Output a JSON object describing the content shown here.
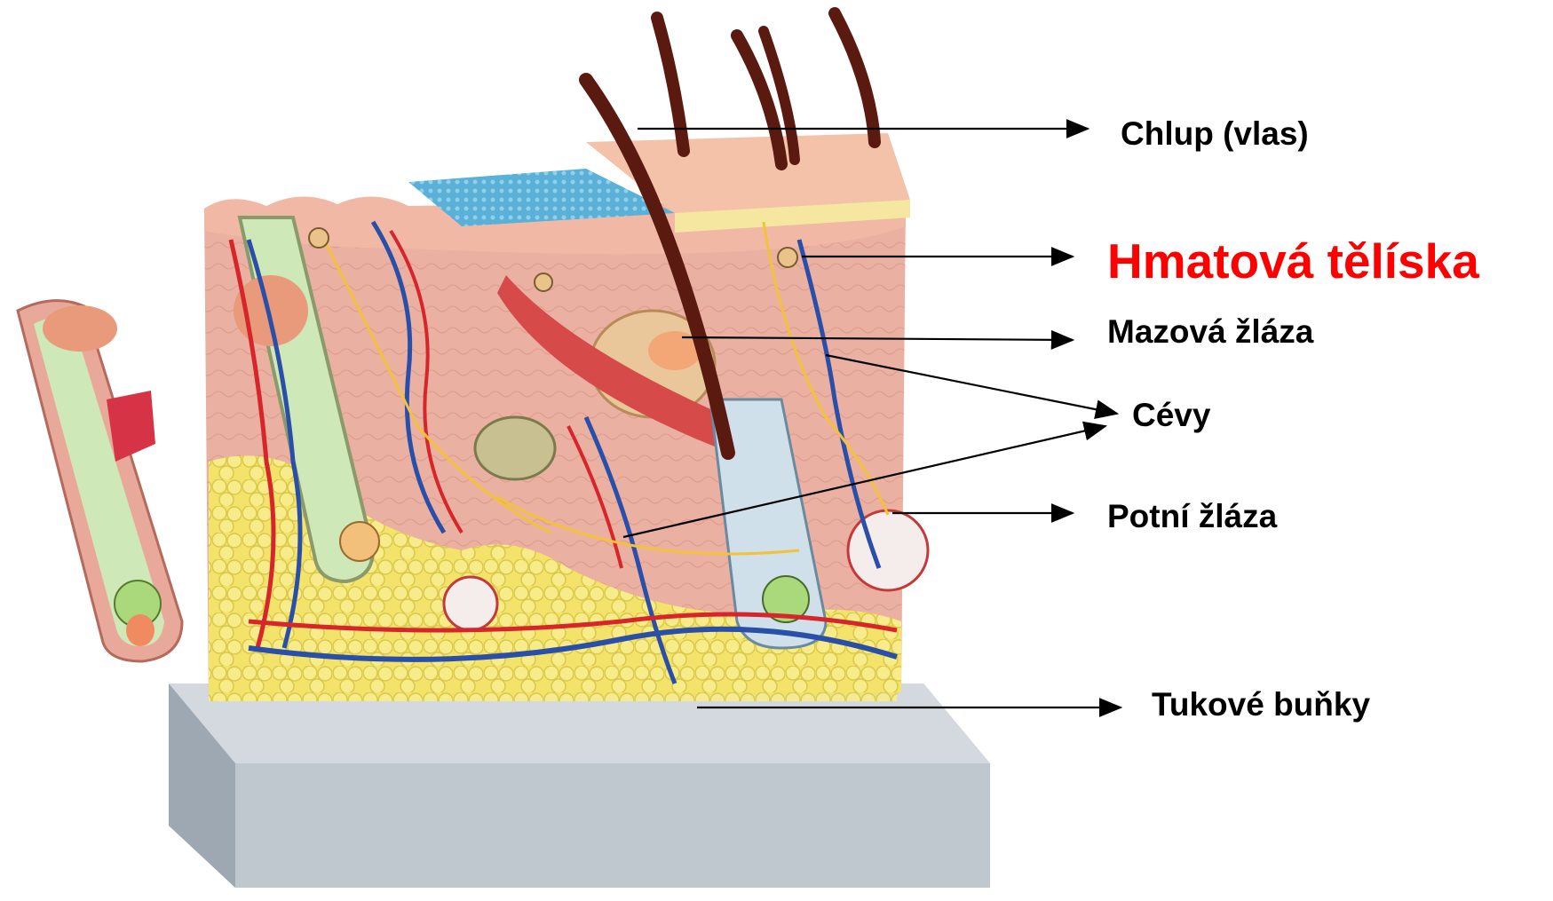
{
  "labels": {
    "hair": "Chlup (vlas)",
    "touch_corpuscles": "Hmatová tělíska",
    "sebaceous_gland": "Mazová žláza",
    "vessels": "Cévy",
    "sweat_gland": "Potní žláza",
    "fat_cells": "Tukové buňky"
  },
  "colors": {
    "highlight": "#ff0000",
    "label_text": "#000000",
    "arrow": "#000000",
    "epidermis": "#f2b8a6",
    "dermis": "#e9a99a",
    "fat": "#f3e36a",
    "artery": "#d7262b",
    "vein": "#2a4fa8",
    "nerve": "#f2c23a",
    "hair": "#5a1a10",
    "base": "#c9d0d8"
  }
}
